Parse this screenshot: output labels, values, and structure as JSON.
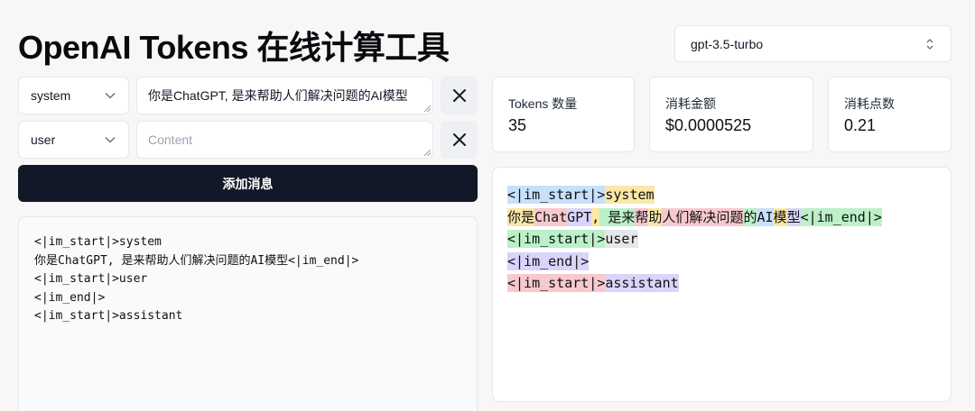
{
  "header": {
    "title": "OpenAI Tokens 在线计算工具"
  },
  "model_select": {
    "value": "gpt-3.5-turbo",
    "icon": "chevron-up-down-icon"
  },
  "messages": [
    {
      "role": "system",
      "content": "你是ChatGPT, 是来帮助人们解决问题的AI模型",
      "placeholder": "Content"
    },
    {
      "role": "user",
      "content": "",
      "placeholder": "Content"
    }
  ],
  "add_button_label": "添加消息",
  "preview_lines": [
    "<|im_start|>system",
    "你是ChatGPT, 是来帮助人们解决问题的AI模型<|im_end|>",
    "<|im_start|>user",
    "<|im_end|>",
    "<|im_start|>assistant"
  ],
  "stats": [
    {
      "label": "Tokens 数量",
      "value": "35"
    },
    {
      "label": "消耗金额",
      "value": "$0.0000525"
    },
    {
      "label": "消耗点数",
      "value": "0.21"
    }
  ],
  "token_colors": [
    "#c7e0fb",
    "#fbe7a6",
    "#bbf0c8",
    "#f7c9ce",
    "#d9d4fb",
    "#e5e7eb"
  ],
  "tokens": [
    [
      {
        "t": "<|im_start|>",
        "c": 0
      },
      {
        "t": "system",
        "c": 1
      }
    ],
    [
      {
        "t": "你",
        "c": 1
      },
      {
        "t": "是",
        "c": 1
      },
      {
        "t": "Chat",
        "c": 3
      },
      {
        "t": "G",
        "c": 4
      },
      {
        "t": "PT",
        "c": 4
      },
      {
        "t": ",",
        "c": 1
      },
      {
        "t": " ",
        "c": 2
      },
      {
        "t": "是",
        "c": 2
      },
      {
        "t": "来",
        "c": 2
      },
      {
        "t": "帮",
        "c": 3
      },
      {
        "t": "助",
        "c": 1
      },
      {
        "t": "人",
        "c": 3
      },
      {
        "t": "们",
        "c": 3
      },
      {
        "t": "解",
        "c": 3
      },
      {
        "t": "决",
        "c": 3
      },
      {
        "t": "问",
        "c": 3
      },
      {
        "t": "题",
        "c": 3
      },
      {
        "t": "的",
        "c": 2
      },
      {
        "t": "AI",
        "c": 0
      },
      {
        "t": "模",
        "c": 1
      },
      {
        "t": "型",
        "c": 4
      },
      {
        "t": "<|im_end|>",
        "c": 2
      }
    ],
    [
      {
        "t": "<|im_start|>",
        "c": 2
      },
      {
        "t": "user",
        "c": 5
      }
    ],
    [
      {
        "t": "<|im_end|>",
        "c": 4
      }
    ],
    [
      {
        "t": "<|im_start|>",
        "c": 3
      },
      {
        "t": "assistant",
        "c": 4
      }
    ]
  ]
}
